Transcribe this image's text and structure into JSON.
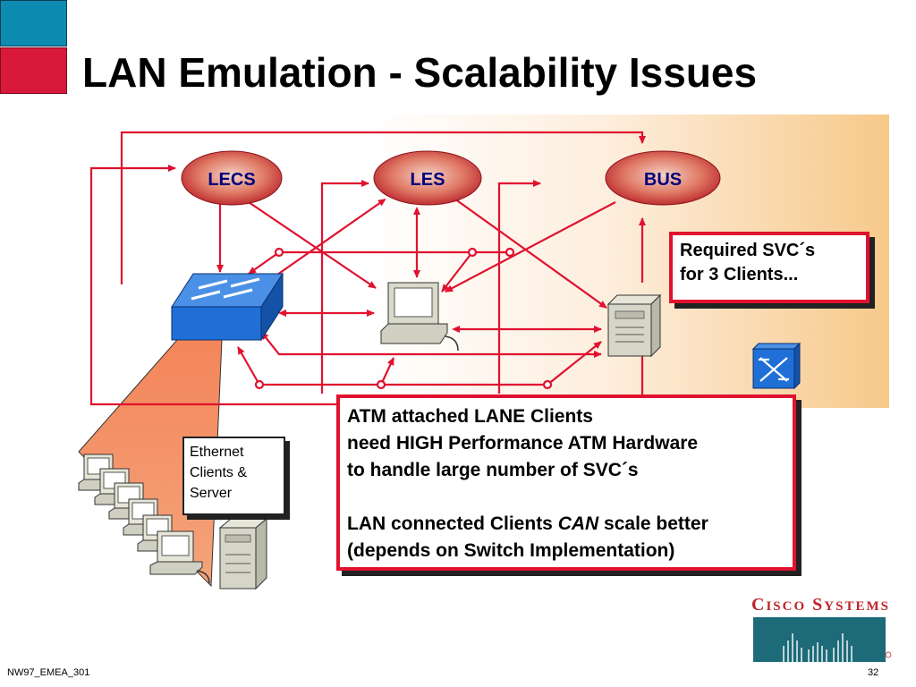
{
  "slide": {
    "title": "LAN Emulation - Scalability Issues",
    "footer_code": "NW97_EMEA_301",
    "page_number": "32"
  },
  "diagram": {
    "services": [
      {
        "id": "lecs",
        "label": "LECS"
      },
      {
        "id": "les",
        "label": "LES"
      },
      {
        "id": "bus",
        "label": "BUS"
      }
    ],
    "svc_callout": {
      "line1": "Required SVC´s",
      "line2": "for 3 Clients..."
    },
    "atm_callout": {
      "line1": "ATM attached LANE Clients",
      "line2": "need HIGH Performance ATM Hardware",
      "line3": "to handle large number of SVC´s",
      "line4_prefix": "LAN connected Clients ",
      "line4_emphasis": "CAN",
      "line4_suffix": " scale better",
      "line5": "(depends on Switch Implementation)"
    },
    "ethernet_label": {
      "line1": "Ethernet",
      "line2": "Clients &",
      "line3": "Server"
    }
  },
  "logo": {
    "brand": "Cisco Systems"
  },
  "colors": {
    "arrow": "#e0122f",
    "ellipse_fill": "#c0242a",
    "service_text": "#00007a",
    "switch": "#1f6fd6",
    "fan": "#f08a5c"
  }
}
